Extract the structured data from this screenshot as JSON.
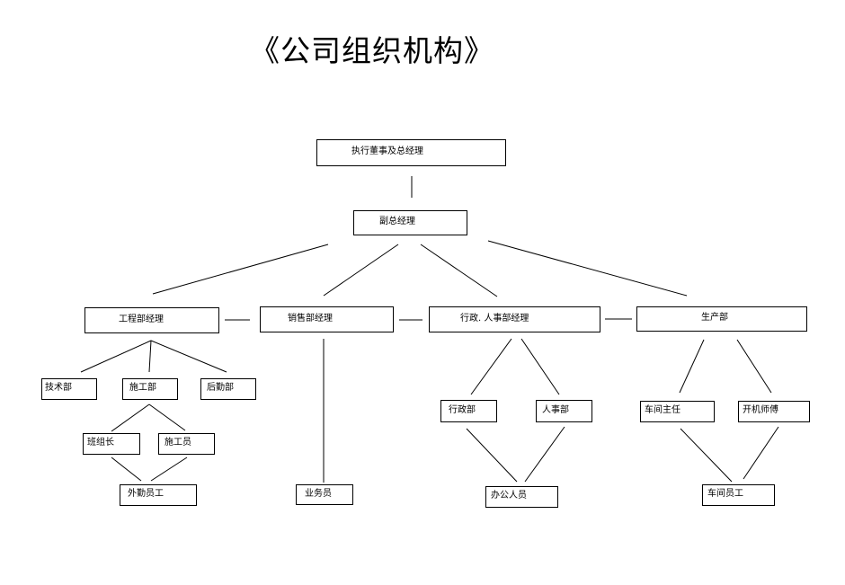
{
  "title": "《公司组织机构》",
  "nodes": {
    "exec": "执行董事及总经理",
    "vp": "副总经理",
    "eng_mgr": "工程部经理",
    "sales_mgr": "销售部经理",
    "admin_hr_mgr": "行政. 人事部经理",
    "production": "生产部",
    "tech": "技术部",
    "construction": "施工部",
    "logistics": "后勤部",
    "team_leader": "班组长",
    "constructor": "施工员",
    "outside_staff": "外勤员工",
    "salesperson": "业务员",
    "admin_dept": "行政部",
    "hr_dept": "人事部",
    "office_staff": "办公人员",
    "workshop_director": "车间主任",
    "machine_operator": "开机师傅",
    "workshop_staff": "车间员工"
  }
}
